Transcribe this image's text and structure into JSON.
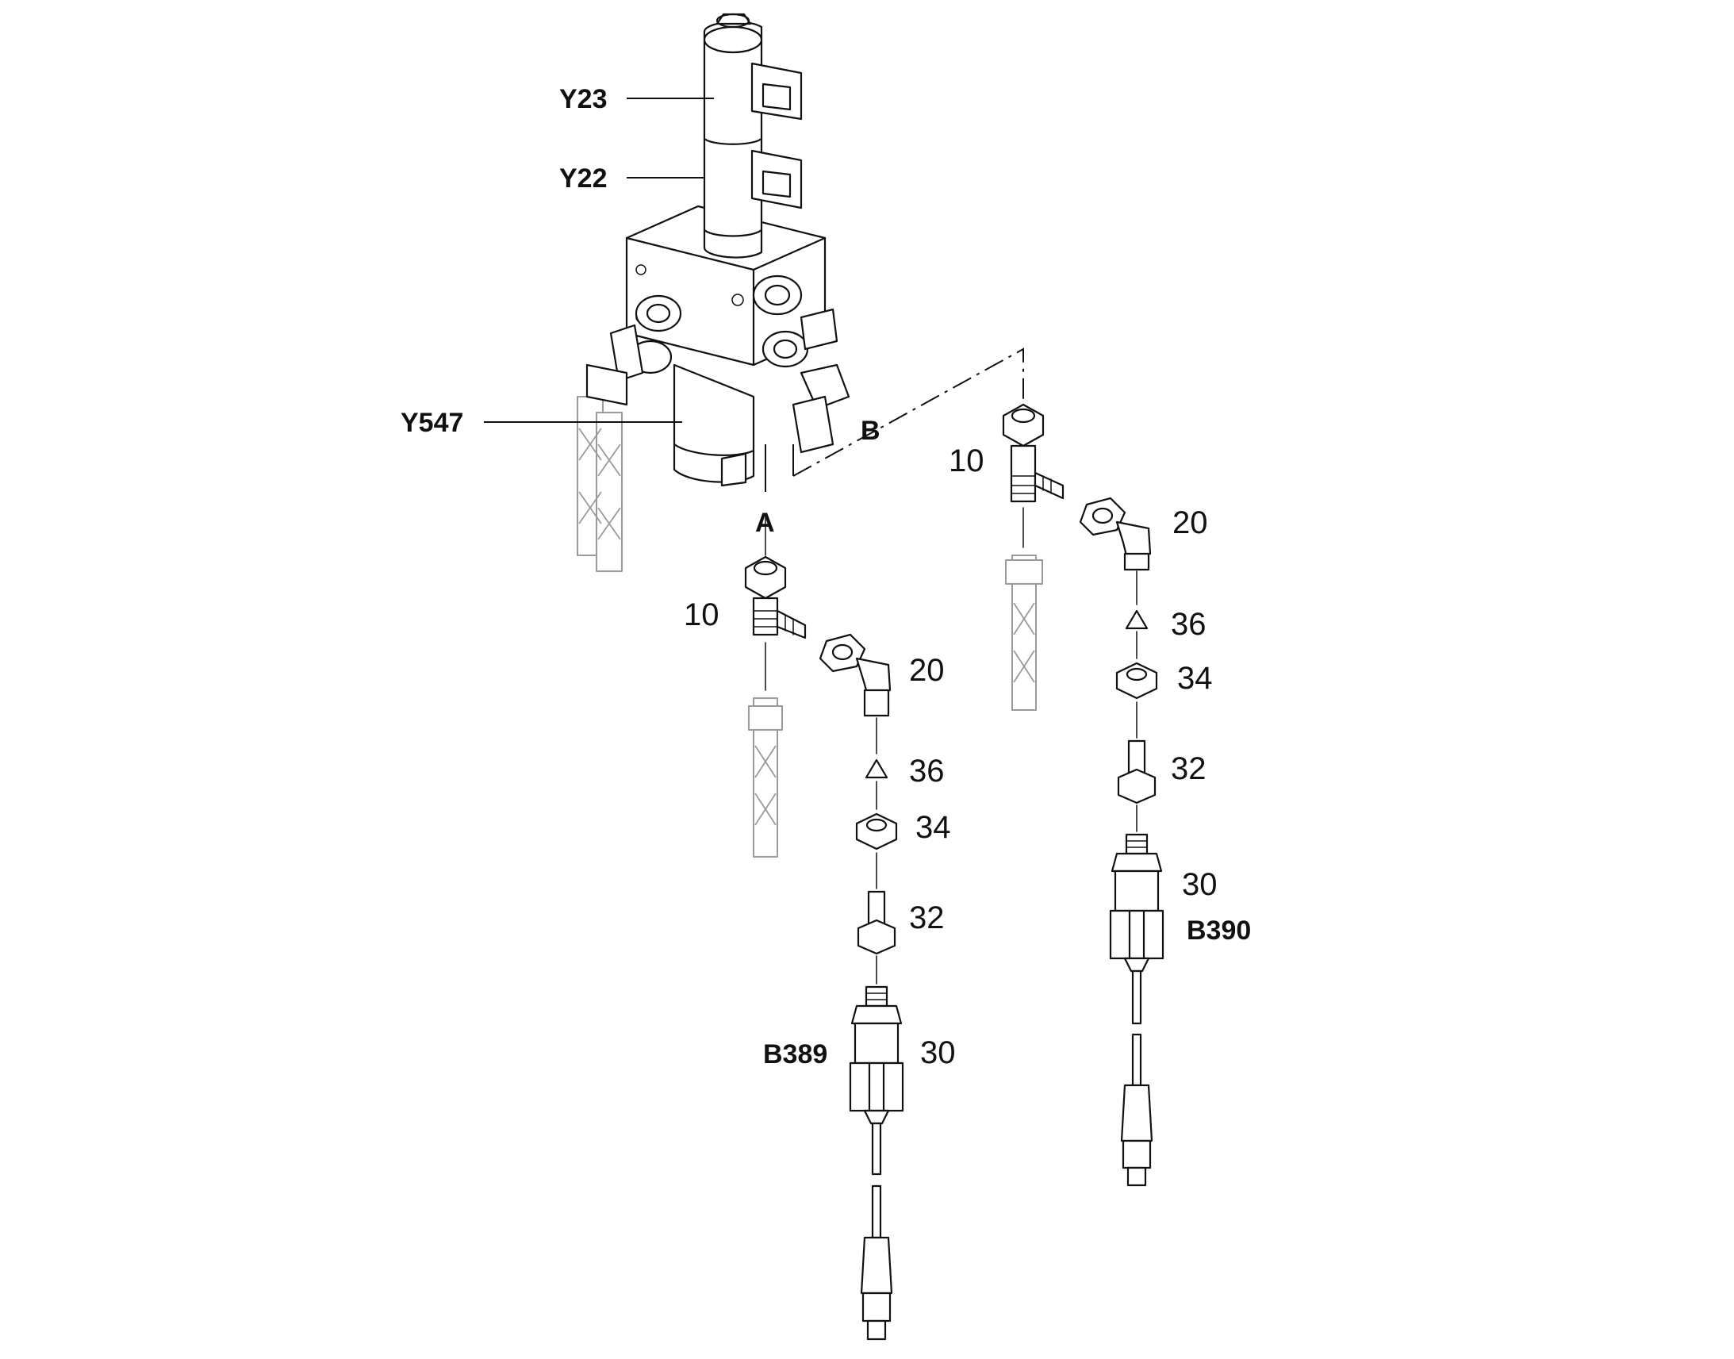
{
  "labels": {
    "y23": "Y23",
    "y22": "Y22",
    "y547": "Y547",
    "a": "A",
    "b": "B",
    "b389": "B389",
    "b390": "B390",
    "left": {
      "p10": "10",
      "p20": "20",
      "p36": "36",
      "p34": "34",
      "p32": "32",
      "p30": "30"
    },
    "right": {
      "p10": "10",
      "p20": "20",
      "p36": "36",
      "p34": "34",
      "p32": "32",
      "p30": "30"
    }
  }
}
